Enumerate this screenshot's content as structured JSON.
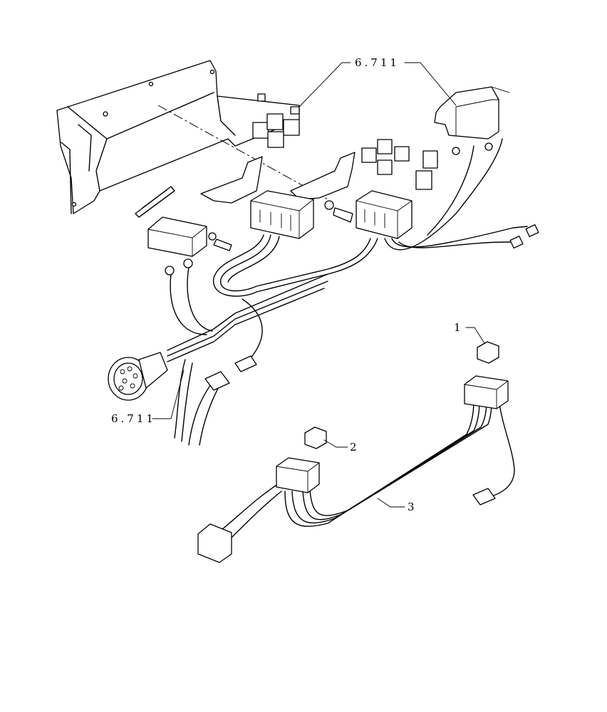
{
  "diagram": {
    "callouts": {
      "ref_top": "6.711",
      "ref_left": "6.711",
      "item_1": "1",
      "item_2": "2",
      "item_3": "3"
    }
  }
}
